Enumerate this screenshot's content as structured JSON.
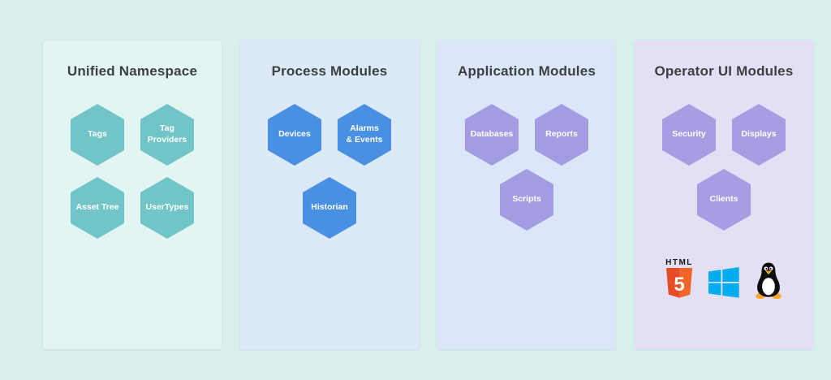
{
  "page": {
    "background": "#d9efec"
  },
  "panels": [
    {
      "title": "Unified Namespace",
      "background": "#e2f5f2",
      "hex_color": "#71c5c8",
      "row1": [
        {
          "label": "Tags"
        },
        {
          "label": "Tag\nProviders"
        }
      ],
      "row2": [
        {
          "label": "Asset Tree"
        },
        {
          "label": "UserTypes"
        }
      ]
    },
    {
      "title": "Process Modules",
      "background": "#dce9f8",
      "hex_color": "#4a90e2",
      "row1": [
        {
          "label": "Devices"
        },
        {
          "label": "Alarms\n& Events"
        }
      ],
      "row2": [
        {
          "label": "Historian"
        }
      ]
    },
    {
      "title": "Application Modules",
      "background": "#dbe7f8",
      "hex_color": "#a49ce3",
      "row1": [
        {
          "label": "Databases"
        },
        {
          "label": "Reports"
        }
      ],
      "row2": [
        {
          "label": "Scripts"
        }
      ]
    },
    {
      "title": "Operator UI Modules",
      "background": "#e5dff6",
      "hex_color": "#a79de3",
      "row1": [
        {
          "label": "Security"
        },
        {
          "label": "Displays"
        }
      ],
      "row2": [
        {
          "label": "Clients"
        }
      ],
      "icons": [
        {
          "name": "html5-icon",
          "label": "HTML",
          "digit": "5",
          "color": "#e44d26",
          "color_light": "#f16529"
        },
        {
          "name": "windows-icon",
          "color": "#00adef"
        },
        {
          "name": "linux-tux-icon",
          "body": "#0d0d0d",
          "belly": "#ffffff",
          "accent": "#f9a825"
        }
      ]
    }
  ]
}
